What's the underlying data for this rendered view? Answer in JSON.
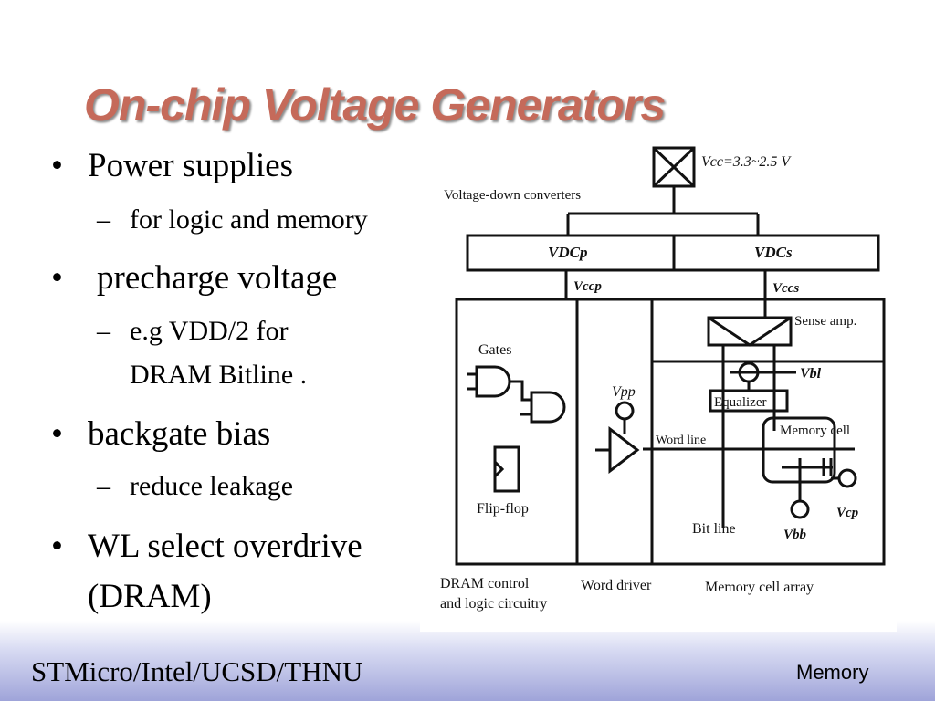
{
  "slide": {
    "title": "On-chip Voltage Generators",
    "bullets": [
      {
        "text": "Power supplies",
        "sub": "for logic and memory"
      },
      {
        "text": "precharge voltage",
        "sub": "e.g VDD/2 for",
        "sub2": "DRAM Bitline ."
      },
      {
        "text": "backgate bias",
        "sub": "reduce leakage"
      },
      {
        "text": "WL select overdrive",
        "line2": "(DRAM)"
      }
    ],
    "bullet_glyph": "•",
    "dash_glyph": "–"
  },
  "diagram": {
    "vcc_label": "Vcc=3.3~2.5 V",
    "converters_label": "Voltage-down converters",
    "vdcp": "VDCp",
    "vdcs": "VDCs",
    "vccp": "Vccp",
    "vccs": "Vccs",
    "sense_amp": "Sense amp.",
    "gates": "Gates",
    "vpp": "Vpp",
    "vbl": "Vbl",
    "equalizer": "Equalizer",
    "memory_cell": "Memory cell",
    "word_line": "Word line",
    "flip_flop": "Flip-flop",
    "bit_line": "Bit line",
    "vcp": "Vcp",
    "vbb": "Vbb",
    "dram_control": "DRAM control",
    "logic_circuitry": "and logic circuitry",
    "word_driver": "Word driver",
    "cell_array": "Memory cell array"
  },
  "footer": {
    "left": "STMicro/Intel/UCSD/THNU",
    "right": "Memory"
  }
}
